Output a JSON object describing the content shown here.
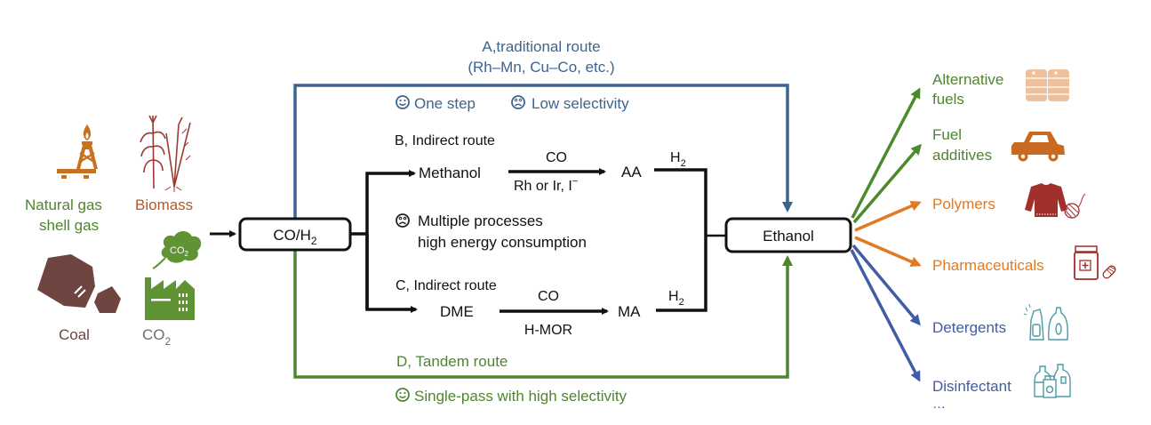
{
  "colors": {
    "route_a": "#3c6491",
    "route_d": "#4f8530",
    "product_green": "#4f8530",
    "product_orange": "#e07a24",
    "product_blue": "#3f5ca8",
    "natural_gas_icon": "#c8711f",
    "biomass_icon": "#9b3a32",
    "coal_icon": "#6e4540",
    "co2_icon": "#5f9333",
    "barrel_icon": "#f0c09a",
    "car_icon": "#c96a22",
    "sweater_icon": "#a12f2b",
    "cleaning_icon": "#4a9aa5"
  },
  "feedstocks": {
    "natural_gas": {
      "label_line1": "Natural gas",
      "label_line2": "shell gas",
      "icon": "gas-rig-icon"
    },
    "biomass": {
      "label": "Biomass",
      "icon": "plants-icon"
    },
    "coal": {
      "label": "Coal",
      "icon": "coal-lumps-icon"
    },
    "co2": {
      "label": "CO",
      "label_sub": "2",
      "icon": "factory-co2-icon",
      "cloud_text": "CO",
      "cloud_sub": "2"
    }
  },
  "nodes": {
    "syngas": {
      "label": "CO/H",
      "label_sub": "2"
    },
    "ethanol": {
      "label": "Ethanol"
    }
  },
  "route_a": {
    "title": "A,traditional route",
    "catalysts": "(Rh–Mn, Cu–Co, etc.)",
    "pro": "One step",
    "con": "Low selectivity"
  },
  "route_b": {
    "title": "B, Indirect route",
    "intermediate1": "Methanol",
    "reagent": "CO",
    "catalyst": "Rh or Ir, I",
    "catalyst_sup": "−",
    "intermediate2": "AA",
    "h2": "H",
    "h2_sub": "2"
  },
  "route_bc_note": {
    "line1": "Multiple processes",
    "line2": "high energy consumption"
  },
  "route_c": {
    "title": "C, Indirect route",
    "intermediate1": "DME",
    "reagent": "CO",
    "catalyst": "H-MOR",
    "intermediate2": "MA",
    "h2": "H",
    "h2_sub": "2"
  },
  "route_d": {
    "title": "D, Tandem route",
    "pro": "Single-pass with high selectivity"
  },
  "products": [
    {
      "line1": "Alternative",
      "line2": "fuels",
      "icon": "oil-barrels-icon",
      "color": "green"
    },
    {
      "line1": "Fuel",
      "line2": "additives",
      "icon": "car-icon",
      "color": "green"
    },
    {
      "line1": "Polymers",
      "line2": "",
      "icon": "sweater-yarn-icon",
      "color": "orange"
    },
    {
      "line1": "Pharmaceuticals",
      "line2": "",
      "icon": "medicine-jar-icon",
      "color": "orange"
    },
    {
      "line1": "Detergents",
      "line2": "",
      "icon": "detergent-bottles-icon",
      "color": "blue"
    },
    {
      "line1": "Disinfectant",
      "line2": "…",
      "icon": "disinfectant-bottles-icon",
      "color": "blue"
    }
  ]
}
